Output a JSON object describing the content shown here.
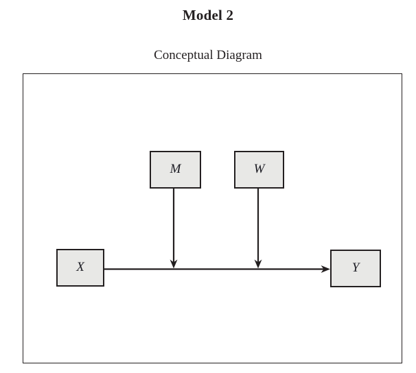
{
  "page": {
    "title": "Model 2",
    "subtitle": "Conceptual Diagram"
  },
  "diagram": {
    "type": "path-model",
    "nodes": [
      {
        "id": "M",
        "label": "M",
        "role": "moderator"
      },
      {
        "id": "W",
        "label": "W",
        "role": "moderator"
      },
      {
        "id": "X",
        "label": "X",
        "role": "independent-variable"
      },
      {
        "id": "Y",
        "label": "Y",
        "role": "dependent-variable"
      }
    ],
    "edges": [
      {
        "from": "X",
        "to": "Y",
        "style": "horizontal-arrow"
      },
      {
        "from": "M",
        "to": "X-Y-path",
        "style": "vertical-arrow-onto-path"
      },
      {
        "from": "W",
        "to": "X-Y-path",
        "style": "vertical-arrow-onto-path"
      }
    ],
    "colors": {
      "node_fill": "#e8e8e6",
      "stroke": "#231f20",
      "background": "#ffffff"
    }
  }
}
